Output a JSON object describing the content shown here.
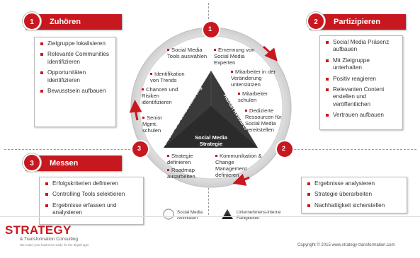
{
  "panels": {
    "listen": {
      "num": "1",
      "title": "Zuhören",
      "items": [
        "Zielgruppe lokalisieren",
        "Relevante Communities identifizieren",
        "Opportunitäten identifizieren",
        "Bewusstsein aufbauen"
      ]
    },
    "participate": {
      "num": "2",
      "title": "Partizipieren",
      "items": [
        "Social Media Präsenz aufbauen",
        "Mit Zielgruppe unterhalten",
        "Positiv reagieren",
        "Relevanten Content erstellen und veröffentlichen",
        "Vertrauen aufbauen"
      ]
    },
    "measure": {
      "num": "3",
      "title": "Messen",
      "items": [
        "Erfolgskriterien definieren",
        "Controlling Tools selektieren",
        "Ergebnisse erfassen und analysieren"
      ]
    },
    "right_bottom": {
      "items": [
        "Ergebnisse analysieren",
        "Strategie überarbeiten",
        "Nachhaltigkeit sicherstellen"
      ]
    }
  },
  "circle": {
    "markers": [
      "1",
      "2",
      "3"
    ],
    "left_arc": [
      "Social Media Tools auswählen",
      "Identifikation von Trends",
      "Chancen und Risiken identifizieren",
      "Senior Mgmt. schulen"
    ],
    "right_arc": [
      "Ernennung von Social Media Experten",
      "Mitarbeiter in der Veränderung unterstützen",
      "Mitarbeiter schulen",
      "Dedizierte Ressourcen für Social Media bereitstellen"
    ],
    "bottom_left": [
      "Strategie definieren",
      "Roadmap ausarbeiten"
    ],
    "bottom_right": [
      "Kommunikation & Change Management definieren"
    ]
  },
  "triangle": {
    "left": "Wissen und Sensibilisierung",
    "right": "Human Resource",
    "bottom": "Social Media Strategie"
  },
  "legend": {
    "circle_label": "Social Media Aktivitäten",
    "triangle_label": "Unternehmens-interne Fähigkeiten"
  },
  "footer": {
    "brand": "STRATEGY",
    "brand_sub": "& Transformation Consulting",
    "tagline": "We make your business ready for the digital age!",
    "copyright": "Copyright © 2015 www.strategy-transformation.com"
  },
  "colors": {
    "accent": "#c8181f",
    "ring": "#d9d9d9",
    "triangle": "#3a3a3a"
  }
}
